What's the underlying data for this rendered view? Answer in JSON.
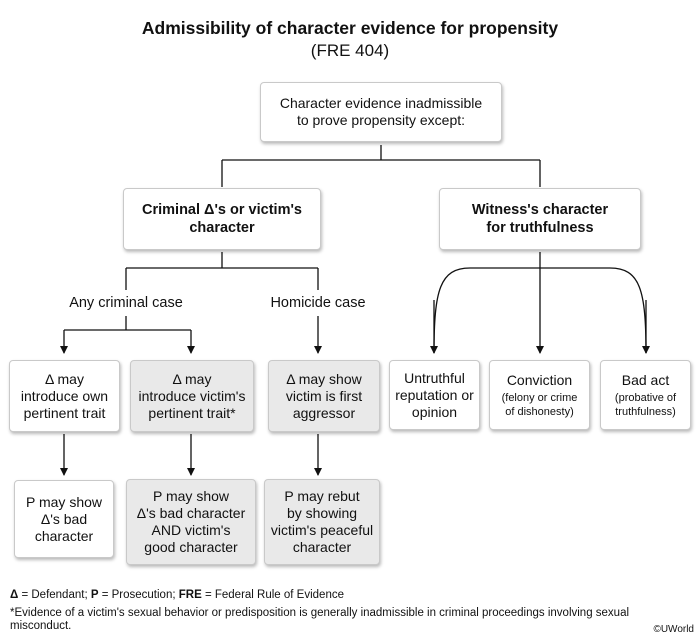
{
  "title": "Admissibility of character evidence for propensity",
  "subtitle": "(FRE 404)",
  "root": {
    "line1": "Character evidence inadmissible",
    "line2": "to prove propensity except:"
  },
  "left_category": {
    "line1": "Criminal Δ's or victim's",
    "line2": "character"
  },
  "right_category": {
    "line1": "Witness's character",
    "line2": "for truthfulness"
  },
  "branches": {
    "any_case": "Any criminal case",
    "homicide": "Homicide case"
  },
  "rules": {
    "own_trait": {
      "l1": "Δ may",
      "l2": "introduce own",
      "l3": "pertinent trait"
    },
    "victim_trait": {
      "l1": "Δ may",
      "l2": "introduce victim's",
      "l3": "pertinent trait*"
    },
    "first_aggressor": {
      "l1": "Δ may show",
      "l2": "victim is first",
      "l3": "aggressor"
    }
  },
  "responses": {
    "bad_character": {
      "l1": "P may show",
      "l2": "Δ's bad",
      "l3": "character"
    },
    "bad_and_good": {
      "l1": "P may show",
      "l2": "Δ's bad character",
      "l3": "AND victim's",
      "l4": "good character"
    },
    "rebut": {
      "l1": "P may rebut",
      "l2": "by showing",
      "l3": "victim's peaceful",
      "l4": "character"
    }
  },
  "witness_methods": {
    "untruthful": {
      "l1": "Untruthful",
      "l2": "reputation or",
      "l3": "opinion"
    },
    "conviction": {
      "main": "Conviction",
      "s1": "(felony or crime",
      "s2": "of dishonesty)"
    },
    "bad_act": {
      "main": "Bad act",
      "s1": "(probative of",
      "s2": "truthfulness)"
    }
  },
  "legend": {
    "delta_sym": "Δ",
    "delta_def": " = Defendant; ",
    "p_sym": "P",
    "p_def": " = Prosecution; ",
    "fre_sym": "FRE",
    "fre_def": " = Federal Rule of Evidence"
  },
  "footnote": "*Evidence of a victim's sexual behavior or predisposition is generally inadmissible in criminal proceedings involving sexual misconduct.",
  "copyright": "©UWorld",
  "colors": {
    "grey_box": "#e9e9e9",
    "line": "#111111"
  }
}
